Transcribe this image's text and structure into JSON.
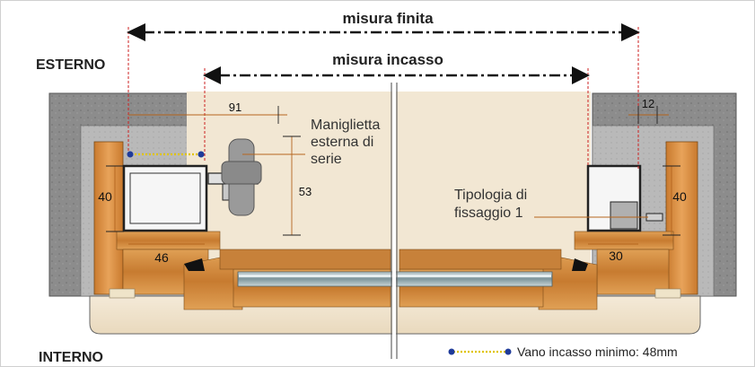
{
  "labels": {
    "misura_finita": "misura finita",
    "misura_incasso": "misura incasso",
    "esterno": "ESTERNO",
    "interno": "INTERNO",
    "maniglietta_line1": "Maniglietta",
    "maniglietta_line2": "esterna di",
    "maniglietta_line3": "serie",
    "tipologia_line1": "Tipologia di",
    "tipologia_line2": "fissaggio 1",
    "legend": "Vano incasso minimo: 48mm"
  },
  "dimensions": {
    "d91": "91",
    "d12": "12",
    "d53": "53",
    "d40_left": "40",
    "d40_right": "40",
    "d46": "46",
    "d30": "30"
  },
  "colors": {
    "wall": "#8a8a8a",
    "wall_dark": "#5e5e5e",
    "plaster": "#b8b8b8",
    "wood": "#d98b3a",
    "wood_light": "#e8a85a",
    "marble": "#f1e6d2",
    "glass": "#8fa3a8",
    "dim_line": "#b5651d",
    "marker_red": "#cc2222",
    "dot_blue": "#1f3b9a",
    "dot_yellow": "#e0c400"
  }
}
